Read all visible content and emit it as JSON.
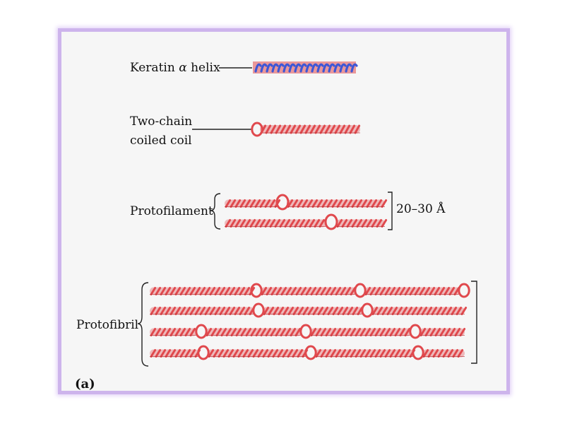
{
  "labels": {
    "keratin_prefix": "Keratin",
    "keratin_symbol": "α",
    "keratin_suffix": "helix",
    "two_chain_line1": "Two-chain",
    "two_chain_line2": "coiled coil",
    "protofilament": "Protofilament",
    "width_measure": "20–30 Å",
    "protofibril": "Protofibril",
    "panel": "(a)"
  },
  "colors": {
    "helix_red": "#e0494d",
    "helix_dark": "#b52a30",
    "helix_blue": "#3d57d6",
    "leader_line": "#222222"
  }
}
